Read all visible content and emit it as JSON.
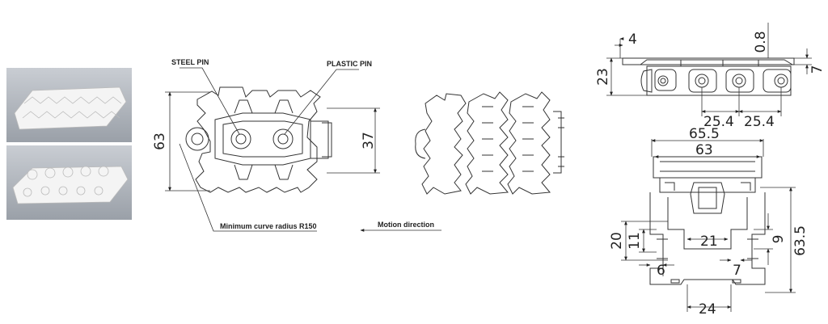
{
  "photos": [
    {
      "name": "chain-photo-top"
    },
    {
      "name": "chain-photo-bottom"
    }
  ],
  "side_view": {
    "steel_pin_label": "STEEL PIN",
    "plastic_pin_label": "PLASTIC PIN",
    "dim_height": "63",
    "dim_pitch": "37",
    "curve_label": "Minimum curve radius  R150",
    "motion_label": "Motion direction"
  },
  "top_right_view": {
    "dim_4": "4",
    "dim_08": "0.8",
    "dim_23": "23",
    "dim_7": "7",
    "dim_254_a": "25.4",
    "dim_254_b": "25.4"
  },
  "section_view": {
    "dim_655": "65.5",
    "dim_63": "63",
    "dim_20": "20",
    "dim_11": "11",
    "dim_21": "21",
    "dim_9": "9",
    "dim_635": "63.5",
    "dim_6": "6",
    "dim_7": "7",
    "dim_24": "24"
  }
}
